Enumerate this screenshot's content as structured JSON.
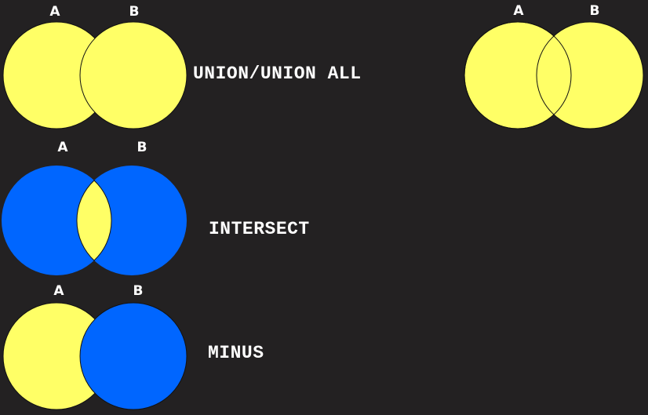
{
  "colors": {
    "background": "#232122",
    "yellow": "#ffff66",
    "blue": "#0066ff",
    "stroke": "#111111",
    "text": "#ffffff"
  },
  "diagrams": {
    "union": {
      "label_a": "A",
      "label_b": "B",
      "operation": "UNION/UNION ALL"
    },
    "overlap": {
      "label_a": "A",
      "label_b": "B"
    },
    "intersect": {
      "label_a": "A",
      "label_b": "B",
      "operation": "INTERSECT"
    },
    "minus": {
      "label_a": "A",
      "label_b": "B",
      "operation": "MINUS"
    }
  }
}
